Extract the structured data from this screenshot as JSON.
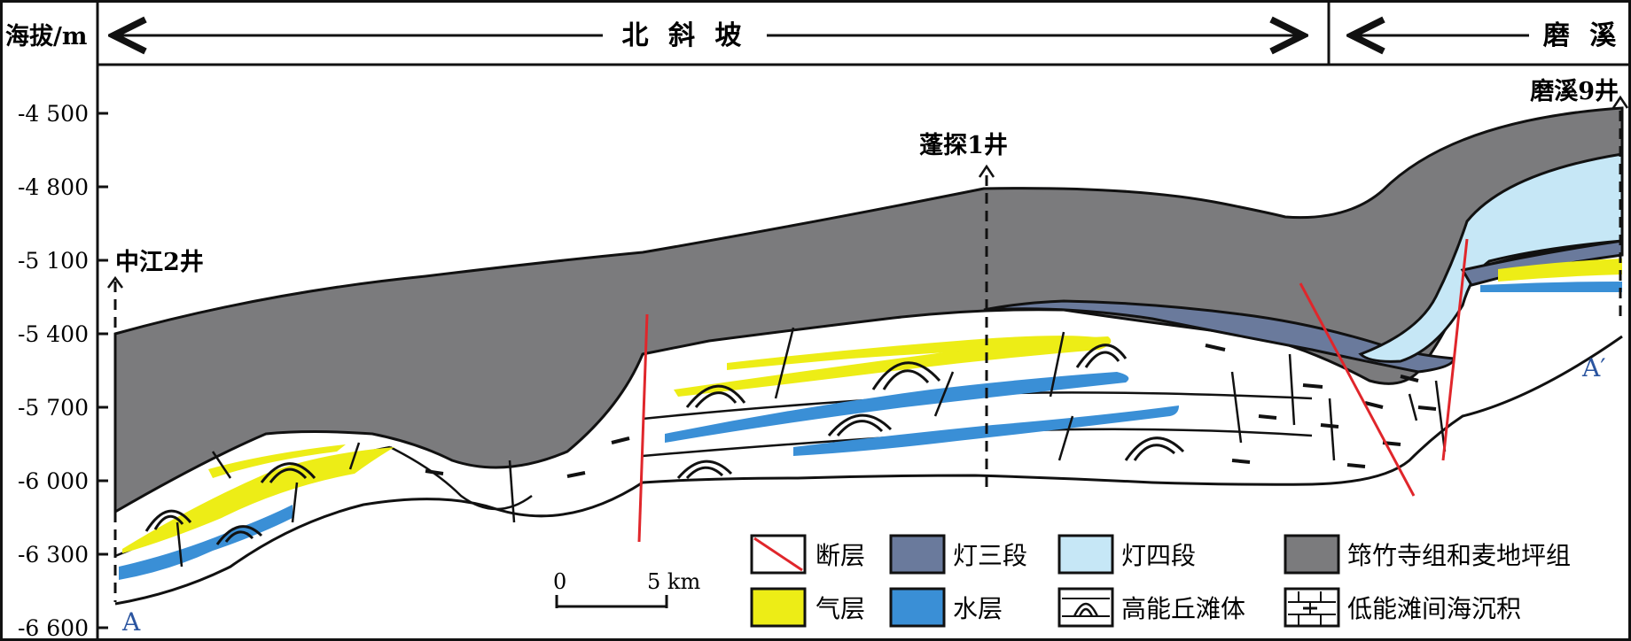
{
  "header": {
    "y_axis_label": "海拔/m",
    "region_left": "北 斜 坡",
    "region_right": "磨 溪"
  },
  "y_ticks": [
    "-4 500",
    "-4 800",
    "-5 100",
    "-5 400",
    "-5 700",
    "-6 000",
    "-6 300",
    "-6 600"
  ],
  "wells": {
    "well_1": "中江2井",
    "well_2": "蓬探1井",
    "well_3": "磨溪9井"
  },
  "section_ends": {
    "start": "A",
    "end": "A′"
  },
  "scale_bar": {
    "zero": "0",
    "length": "5 km"
  },
  "legend": [
    {
      "key": "fault",
      "label": "断层",
      "color": "#e0262b"
    },
    {
      "key": "deng3",
      "label": "灯三段",
      "color": "#6a7a9c"
    },
    {
      "key": "deng4",
      "label": "灯四段",
      "color": "#c6e7f6"
    },
    {
      "key": "qiongzhusi",
      "label": "筇竹寺组和麦地坪组",
      "color": "#7b7b7d"
    },
    {
      "key": "gas",
      "label": "气层",
      "color": "#eded16"
    },
    {
      "key": "water",
      "label": "水层",
      "color": "#3a8fd6"
    },
    {
      "key": "high_energy",
      "label": "高能丘滩体",
      "color": "#ffffff"
    },
    {
      "key": "low_energy",
      "label": "低能滩间海沉积",
      "color": "#ffffff"
    }
  ]
}
